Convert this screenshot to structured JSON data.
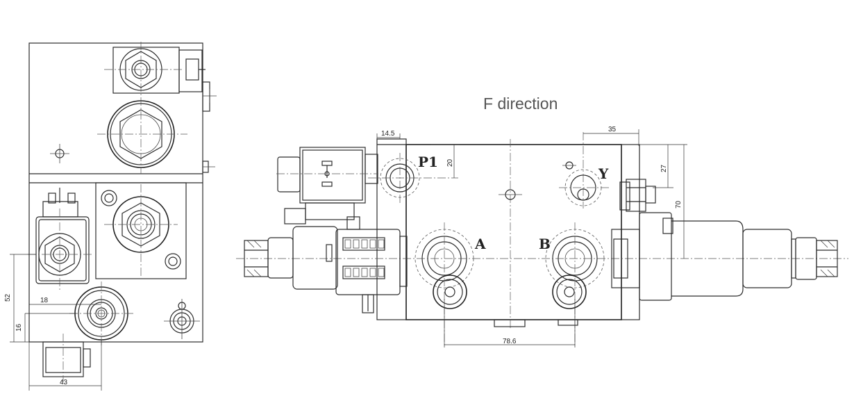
{
  "view_title": "F direction",
  "ports": {
    "p1": "P1",
    "a": "A",
    "b": "B",
    "y": "Y"
  },
  "dimensions": {
    "d_52": "52",
    "d_16": "16",
    "d_18": "18",
    "d_43": "43",
    "d_14_5": "14.5",
    "d_20": "20",
    "d_35": "35",
    "d_27": "27",
    "d_70": "70",
    "d_78_6": "78.6"
  }
}
